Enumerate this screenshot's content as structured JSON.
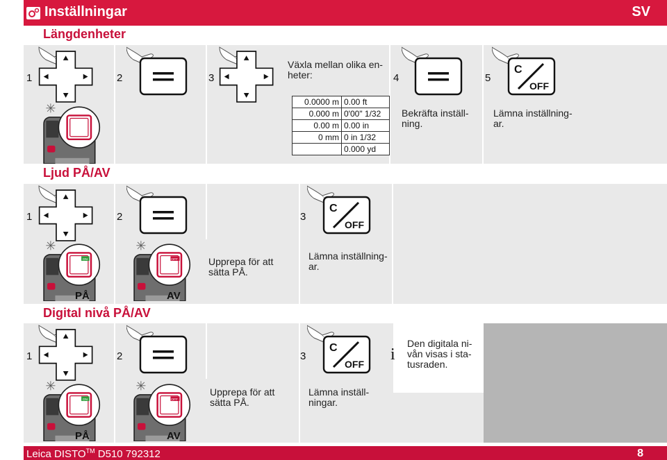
{
  "header": {
    "title": "Inställningar",
    "lang": "SV"
  },
  "sections": {
    "length": {
      "title": "Längdenheter",
      "steps": [
        "1",
        "2",
        "3",
        "4",
        "5"
      ],
      "intro": [
        "Växla mellan olika en-",
        "heter:"
      ],
      "units_left": [
        "0.0000 m",
        "0.000 m",
        "0.00 m",
        "0 mm",
        ""
      ],
      "units_right": [
        "0.00 ft",
        "0'00\" 1/32",
        "0.00 in",
        "0 in 1/32",
        "0.000 yd"
      ],
      "confirm": [
        "Bekräfta inställ-",
        "ning."
      ],
      "leave": [
        "Lämna inställning-",
        "ar."
      ]
    },
    "sound": {
      "title": "Ljud PÅ/AV",
      "steps": [
        "1",
        "2",
        "3"
      ],
      "on_label": "PÅ",
      "off_label": "AV",
      "repeat": [
        "Upprepa för att",
        "sätta PÅ."
      ],
      "leave": [
        "Lämna inställning-",
        "ar."
      ]
    },
    "level": {
      "title": "Digital nivå PÅ/AV",
      "steps": [
        "1",
        "2",
        "3"
      ],
      "on_label": "PÅ",
      "off_label": "AV",
      "repeat": [
        "Upprepa för att",
        "sätta PÅ."
      ],
      "leave": [
        "Lämna inställ-",
        "ningar."
      ],
      "info": [
        "Den digitala ni-",
        "vån visas i sta-",
        "tusraden."
      ]
    }
  },
  "icons": {
    "c_label": "C",
    "off_label": "OFF",
    "on_badge": "ON",
    "off_badge": "OFF",
    "info": "i"
  },
  "footer": {
    "product": "Leica DISTO",
    "tm": "TM",
    "model": "D510 792312",
    "page": "8"
  },
  "colors": {
    "brand": "#d7183e",
    "band": "#e9e9e9"
  }
}
